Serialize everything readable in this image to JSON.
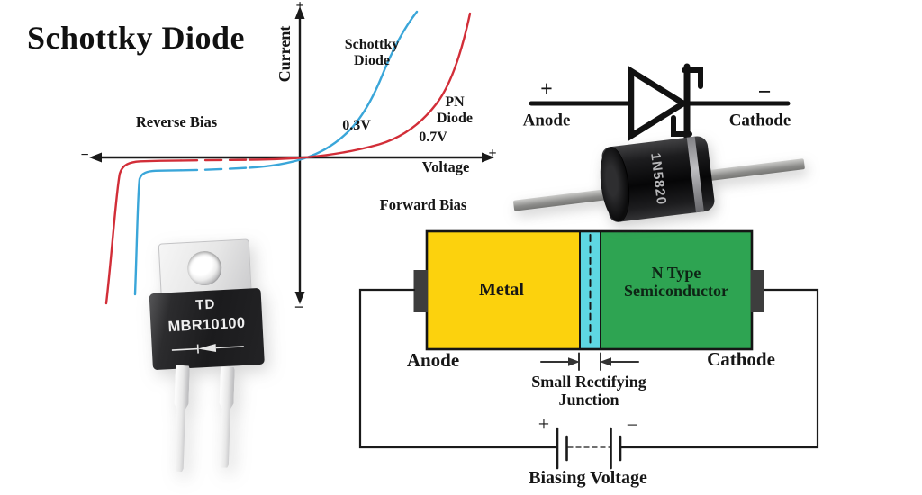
{
  "title": "Schottky Diode",
  "iv_graph": {
    "y_axis_label": "Current",
    "x_axis_label": "Voltage",
    "y_plus": "+",
    "y_minus": "−",
    "x_plus": "+",
    "x_minus": "−",
    "reverse_region_label": "Reverse Bias",
    "forward_region_label": "Forward Bias",
    "curves": [
      {
        "name_line1": "Schottky",
        "name_line2": "Diode",
        "threshold_label": "0.3V",
        "color": "#3aa6d9"
      },
      {
        "name_line1": "PN",
        "name_line2": "Diode",
        "threshold_label": "0.7V",
        "color": "#d22e38"
      }
    ]
  },
  "schematic_symbol": {
    "plus": "+",
    "minus": "−",
    "anode_label": "Anode",
    "cathode_label": "Cathode"
  },
  "component_photos": {
    "axial_diode_marking": "1N5820",
    "to220_brand": "TD",
    "to220_part_number": "MBR10100"
  },
  "junction_diagram": {
    "metal_label": "Metal",
    "n_type_line1": "N Type",
    "n_type_line2": "Semiconductor",
    "anode_label": "Anode",
    "cathode_label": "Cathode",
    "junction_label_line1": "Small Rectifying",
    "junction_label_line2": "Junction",
    "battery_plus": "+",
    "battery_minus": "−",
    "battery_label": "Biasing Voltage",
    "colors": {
      "metal_fill": "#fcd20d",
      "junction_fill": "#5ed7e2",
      "semiconductor_fill": "#2ea452",
      "terminal_fill": "#3d3d3d"
    }
  }
}
